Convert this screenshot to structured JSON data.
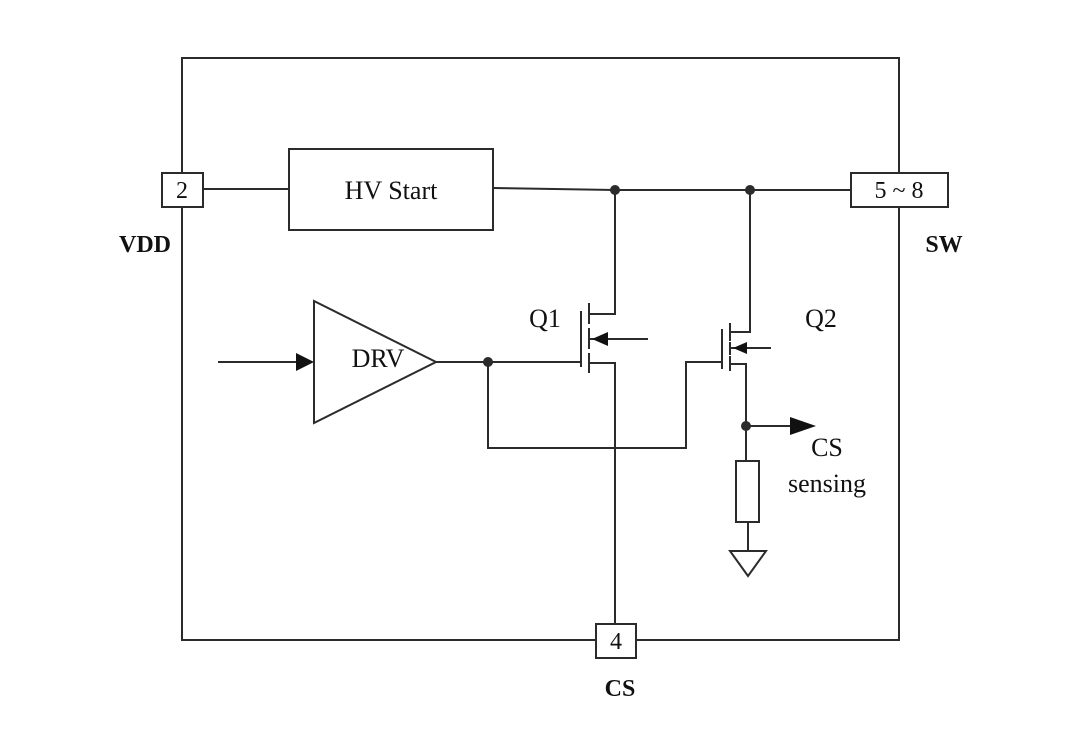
{
  "pins": {
    "vdd_number": "2",
    "vdd_name": "VDD",
    "sw_number": "5 ~ 8",
    "sw_name": "SW",
    "cs_number": "4",
    "cs_name": "CS"
  },
  "blocks": {
    "hv_start": "HV Start",
    "driver": "DRV"
  },
  "transistors": {
    "q1": "Q1",
    "q2": "Q2"
  },
  "sense": {
    "line1": "CS",
    "line2": "sensing"
  },
  "colors": {
    "line": "#2b2b2b",
    "text": "#111111",
    "background": "#ffffff"
  }
}
